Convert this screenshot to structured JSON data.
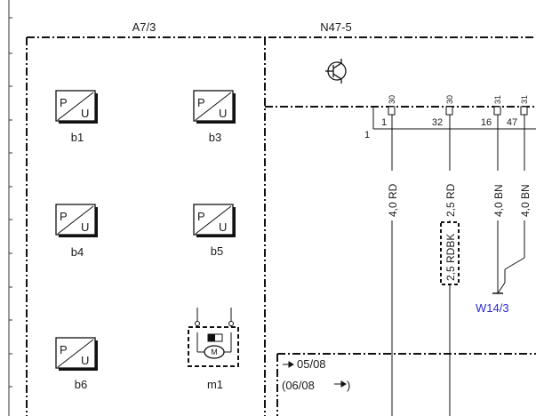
{
  "header": {
    "left_component": "A7/3",
    "right_component": "N47-5"
  },
  "sensors": [
    {
      "id": "b1",
      "symbol_top": "P",
      "symbol_bottom": "U"
    },
    {
      "id": "b3",
      "symbol_top": "P",
      "symbol_bottom": "U"
    },
    {
      "id": "b4",
      "symbol_top": "P",
      "symbol_bottom": "U"
    },
    {
      "id": "b5",
      "symbol_top": "P",
      "symbol_bottom": "U"
    },
    {
      "id": "b6",
      "symbol_top": "P",
      "symbol_bottom": "U"
    }
  ],
  "motor": {
    "id": "m1",
    "symbol": "M"
  },
  "connector": {
    "pins": [
      {
        "terminal": "30",
        "number": "1"
      },
      {
        "terminal": "30",
        "number": "32"
      },
      {
        "terminal": "31",
        "number": "16"
      },
      {
        "terminal": "31",
        "number": "47"
      }
    ],
    "bus_label": "1"
  },
  "wires": [
    {
      "label": "4,0 RD"
    },
    {
      "label": "2,5 RD"
    },
    {
      "label": "4,0 BN"
    },
    {
      "label": "4,0 BN"
    }
  ],
  "optional_wire": {
    "label": "2,5 RDBK"
  },
  "ground_ref": "W14/3",
  "date_note": {
    "line1": "05/08",
    "line2_prefix": "(06/08",
    "line2_suffix": ")"
  }
}
